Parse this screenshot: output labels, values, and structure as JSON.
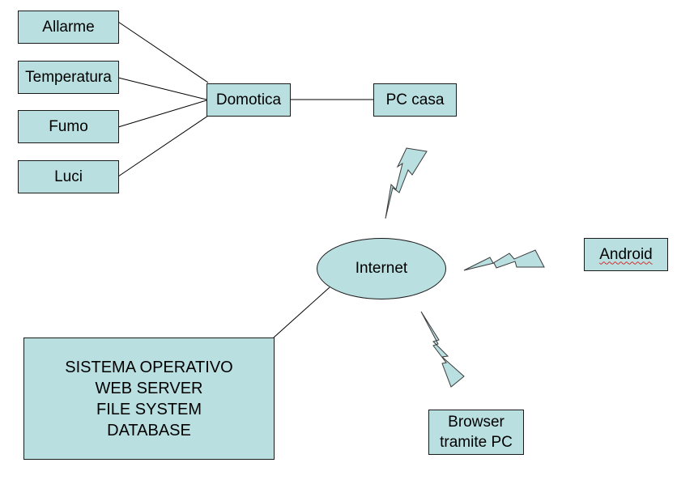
{
  "diagram": {
    "colors": {
      "node_fill": "#b9dfe1",
      "node_border": "#1a1a1a",
      "lightning_fill": "#b9dfe1",
      "connector": "#000000",
      "spellcheck_underline": "#d03030"
    },
    "nodes": {
      "allarme": "Allarme",
      "temperatura": "Temperatura",
      "fumo": "Fumo",
      "luci": "Luci",
      "domotica": "Domotica",
      "pc_casa": "PC casa",
      "internet": "Internet",
      "android": "Android",
      "server_lines": [
        "SISTEMA OPERATIVO",
        "WEB SERVER",
        "FILE SYSTEM",
        "DATABASE"
      ],
      "browser_lines": [
        "Browser",
        "tramite PC"
      ]
    },
    "wireless_links": [
      "pc-casa-to-internet",
      "android-to-internet",
      "browser-to-internet"
    ]
  }
}
